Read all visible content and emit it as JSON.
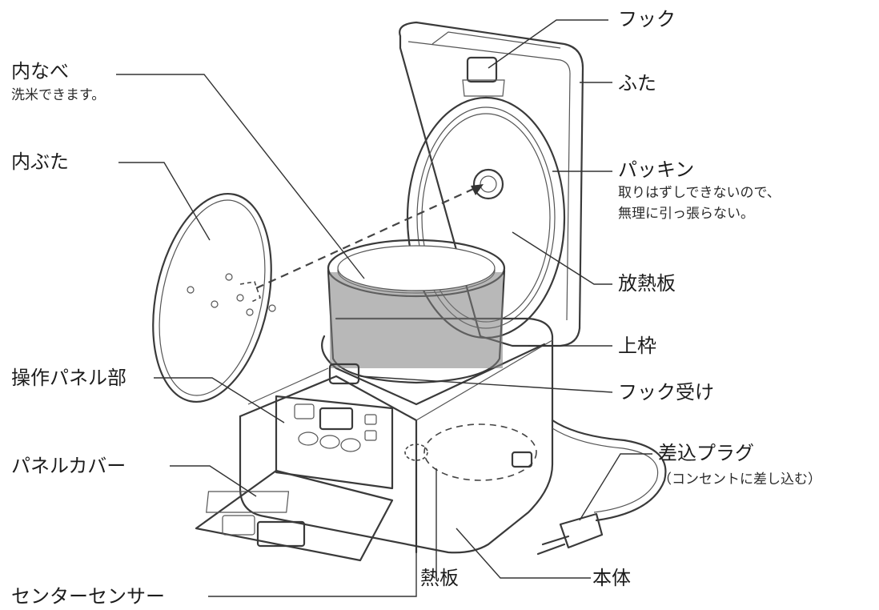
{
  "labels": {
    "hook": "フック",
    "lid": "ふた",
    "inner_pot": "内なべ",
    "inner_pot_note": "洗米できます。",
    "inner_lid": "内ぶた",
    "packing": "パッキン",
    "packing_note1": "取りはずしできないので、",
    "packing_note2": "無理に引っ張らない。",
    "radiator_plate": "放熱板",
    "upper_frame": "上枠",
    "control_panel": "操作パネル部",
    "hook_receiver": "フック受け",
    "panel_cover": "パネルカバー",
    "plug": "差込プラグ",
    "plug_note": "（コンセントに差し込む）",
    "heat_plate": "熱板",
    "body": "本体",
    "center_sensor": "センターセンサー"
  }
}
